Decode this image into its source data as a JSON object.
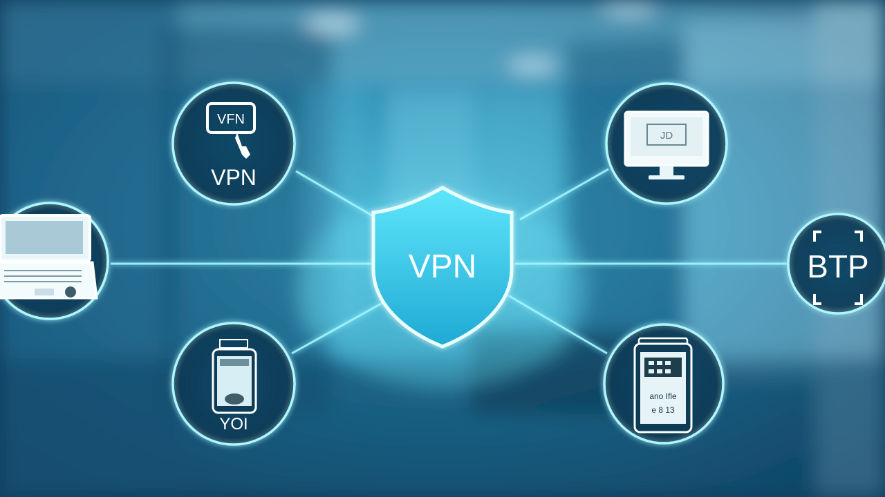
{
  "center": {
    "label": "VPN"
  },
  "nodes": {
    "top_left": {
      "icon": "vpn-key-icon",
      "screen_text": "VFN",
      "label": "VPN"
    },
    "left": {
      "icon": "laptop-icon"
    },
    "bottom_left": {
      "icon": "smartphone-icon",
      "label": "YOI"
    },
    "top_right": {
      "icon": "desktop-monitor-icon",
      "screen_text": "JD"
    },
    "right": {
      "icon": "btp-icon",
      "label": "BTP"
    },
    "bottom_right": {
      "icon": "mobile-phone-icon",
      "text_line1": "ano Ifle",
      "text_line2": "e 8 13"
    }
  },
  "colors": {
    "glow": "#7ff0ff",
    "line": "#9ef5ff",
    "background": "#1b6a8f"
  }
}
